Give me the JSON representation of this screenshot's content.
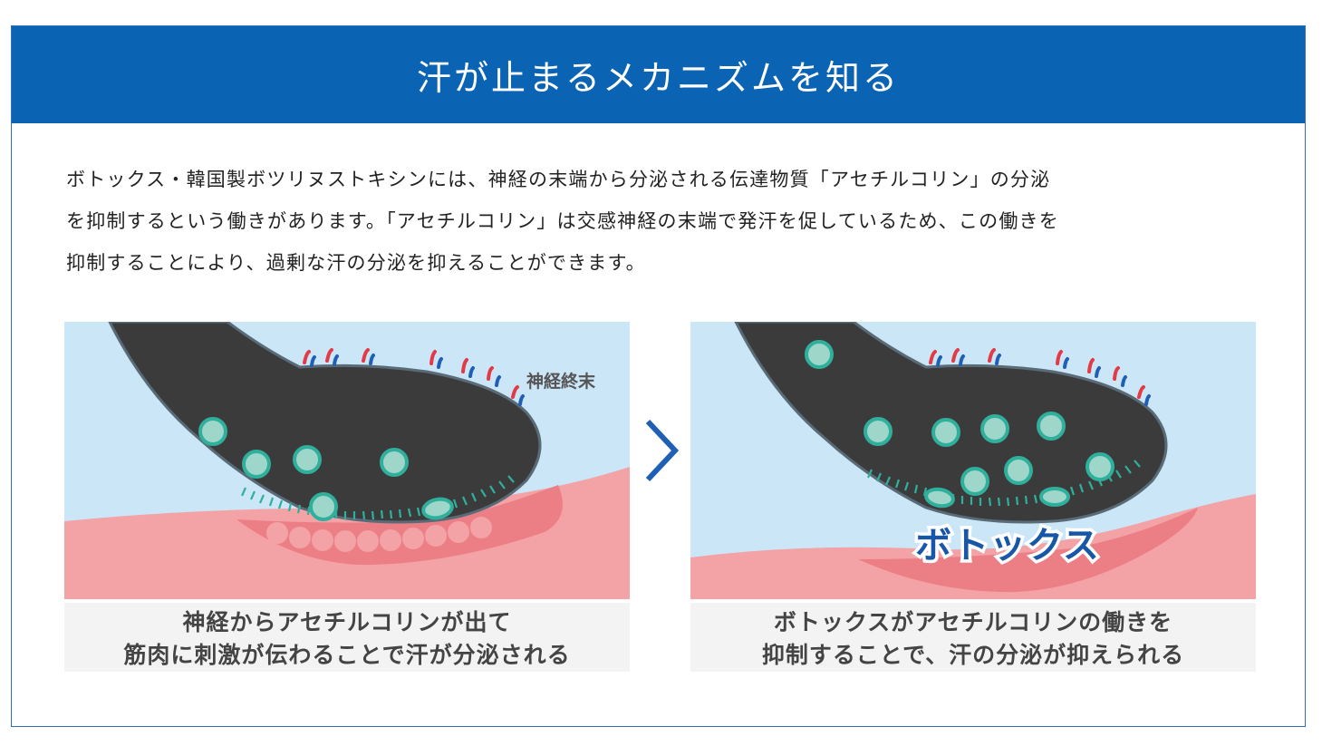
{
  "header": {
    "title": "汗が止まるメカニズムを知る"
  },
  "description": {
    "lines": [
      "ボトックス・韓国製ボツリヌストキシンには、神経の末端から分泌される伝達物質「アセチルコリン」の分泌",
      "を抑制するという働きがあります。「アセチルコリン」は交感神経の末端で発汗を促しているため、この働きを",
      "抑制することにより、過剰な汗の分泌を抑えることができます。"
    ]
  },
  "panels": {
    "left": {
      "label": "神経終末",
      "caption_line1": "神経からアセチルコリンが出て",
      "caption_line2": "筋肉に刺激が伝わることで汗が分泌される"
    },
    "right": {
      "badge": "ボトックス",
      "caption_line1": "ボトックスがアセチルコリンの働きを",
      "caption_line2": "抑制することで、汗の分泌が抑えられる"
    }
  },
  "colors": {
    "header_bg": "#0b63b4",
    "sky": "#cbe6f6",
    "nerve": "#3c3b3c",
    "muscle": "#f3a2a5",
    "vesicle": "#2fb09c",
    "badge_text": "#1857a8"
  }
}
